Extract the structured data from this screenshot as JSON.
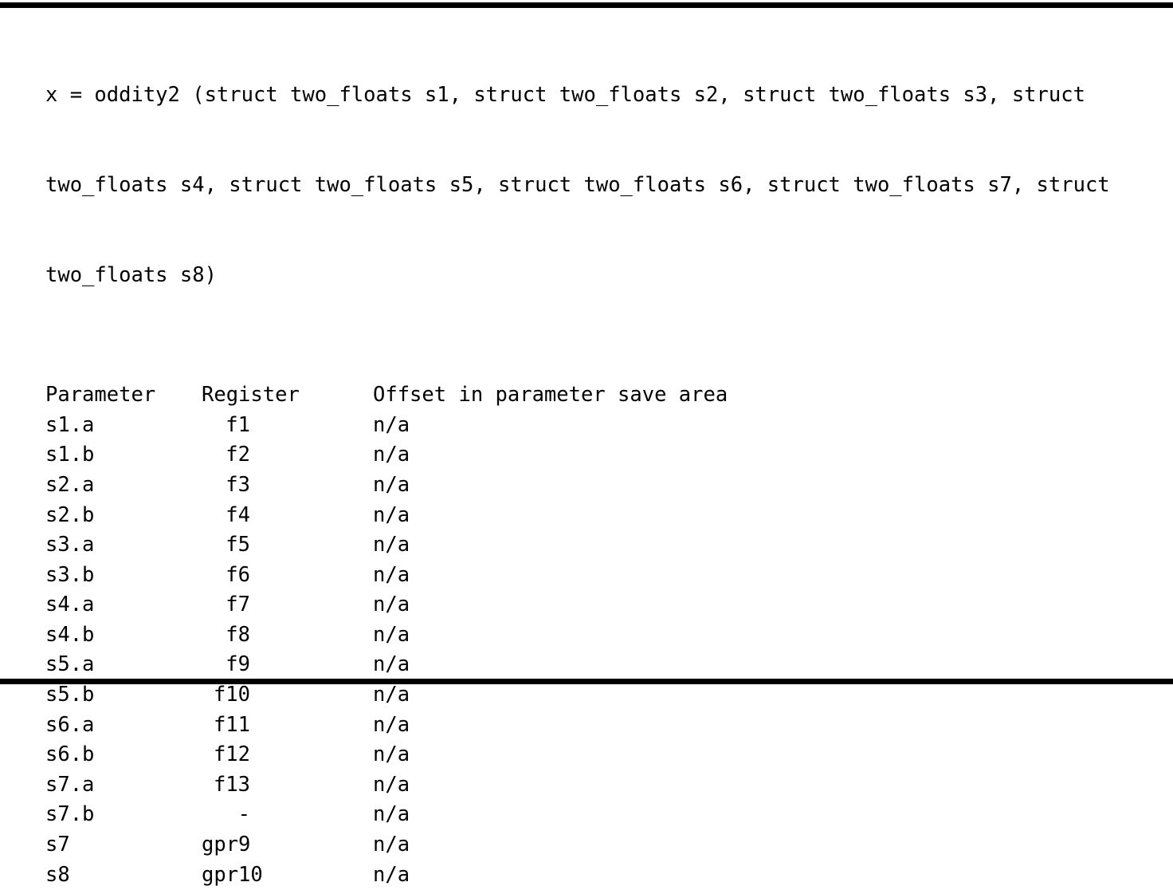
{
  "document": {
    "signature_lines": [
      "x = oddity2 (struct two_floats s1, struct two_floats s2, struct two_floats s3, struct",
      "two_floats s4, struct two_floats s5, struct two_floats s6, struct two_floats s7, struct",
      "two_floats s8)"
    ],
    "table": {
      "headers": {
        "parameter": "Parameter",
        "register": "Register",
        "offset": "Offset in parameter save area"
      },
      "rows": [
        {
          "parameter": "s1.a",
          "register": "f1",
          "offset": "n/a"
        },
        {
          "parameter": "s1.b",
          "register": "f2",
          "offset": "n/a"
        },
        {
          "parameter": "s2.a",
          "register": "f3",
          "offset": "n/a"
        },
        {
          "parameter": "s2.b",
          "register": "f4",
          "offset": "n/a"
        },
        {
          "parameter": "s3.a",
          "register": "f5",
          "offset": "n/a"
        },
        {
          "parameter": "s3.b",
          "register": "f6",
          "offset": "n/a"
        },
        {
          "parameter": "s4.a",
          "register": "f7",
          "offset": "n/a"
        },
        {
          "parameter": "s4.b",
          "register": "f8",
          "offset": "n/a"
        },
        {
          "parameter": "s5.a",
          "register": "f9",
          "offset": "n/a"
        },
        {
          "parameter": "s5.b",
          "register": "f10",
          "offset": "n/a"
        },
        {
          "parameter": "s6.a",
          "register": "f11",
          "offset": "n/a"
        },
        {
          "parameter": "s6.b",
          "register": "f12",
          "offset": "n/a"
        },
        {
          "parameter": "s7.a",
          "register": "f13",
          "offset": "n/a"
        },
        {
          "parameter": "s7.b",
          "register": "-",
          "offset": "n/a"
        },
        {
          "parameter": "s7",
          "register": "gpr9",
          "offset": "n/a"
        },
        {
          "parameter": "s8",
          "register": "gpr10",
          "offset": "n/a"
        }
      ]
    },
    "colors": {
      "text": "#000000",
      "background": "#ffffff",
      "rule": "#000000"
    }
  }
}
